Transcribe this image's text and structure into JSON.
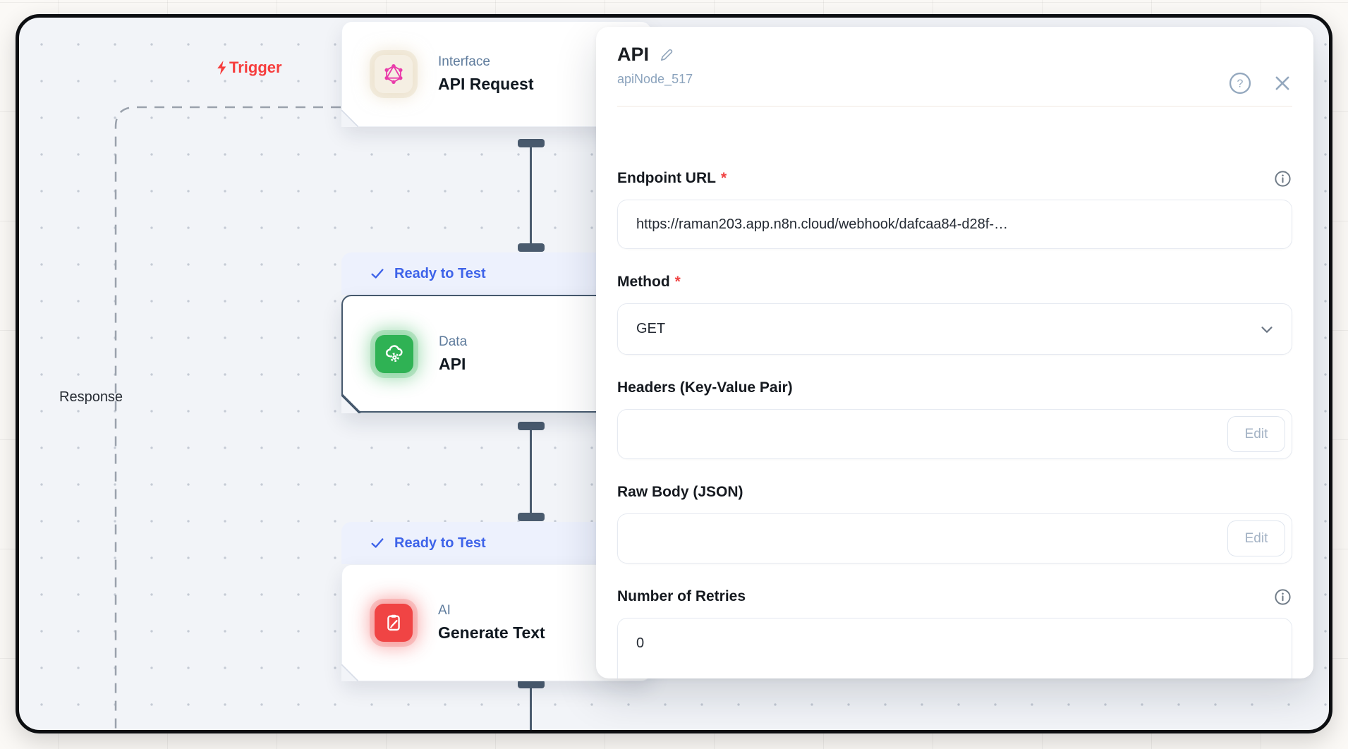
{
  "canvas": {
    "trigger_label": "Trigger",
    "response_label": "Response",
    "nodes": [
      {
        "category": "Interface",
        "title": "API Request"
      },
      {
        "category": "Data",
        "title": "API",
        "badge": "Ready to Test",
        "selected": true
      },
      {
        "category": "AI",
        "title": "Generate Text",
        "badge": "Ready to Test"
      }
    ]
  },
  "panel": {
    "title": "API",
    "subtitle": "apiNode_517",
    "required_marker": "*",
    "fields": {
      "endpoint_url": {
        "label": "Endpoint URL",
        "value": "https://raman203.app.n8n.cloud/webhook/dafcaa84-d28f-…"
      },
      "method": {
        "label": "Method",
        "value": "GET"
      },
      "headers": {
        "label": "Headers (Key-Value Pair)",
        "value": "",
        "edit_label": "Edit"
      },
      "raw_body": {
        "label": "Raw Body (JSON)",
        "value": "",
        "edit_label": "Edit"
      },
      "retries": {
        "label": "Number of Retries",
        "value": "0"
      }
    }
  },
  "colors": {
    "accent_red": "#f63d3d",
    "badge_blue": "#3e63e9",
    "node_green": "#2fb254",
    "node_red": "#f04444",
    "node_pink": "#e93caa",
    "connector": "#4a5b6e",
    "canvas_bg": "#f2f4f8"
  }
}
